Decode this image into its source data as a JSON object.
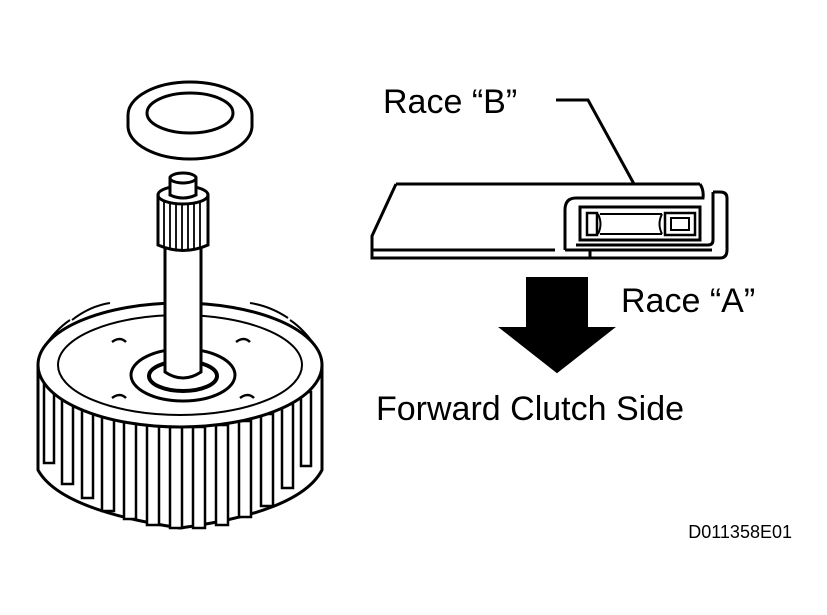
{
  "labels": {
    "race_b": "Race “B”",
    "race_a": "Race “A”",
    "direction": "Forward Clutch Side",
    "figure_code": "D011358E01"
  },
  "colors": {
    "ink": "#000000",
    "paper": "#ffffff"
  }
}
